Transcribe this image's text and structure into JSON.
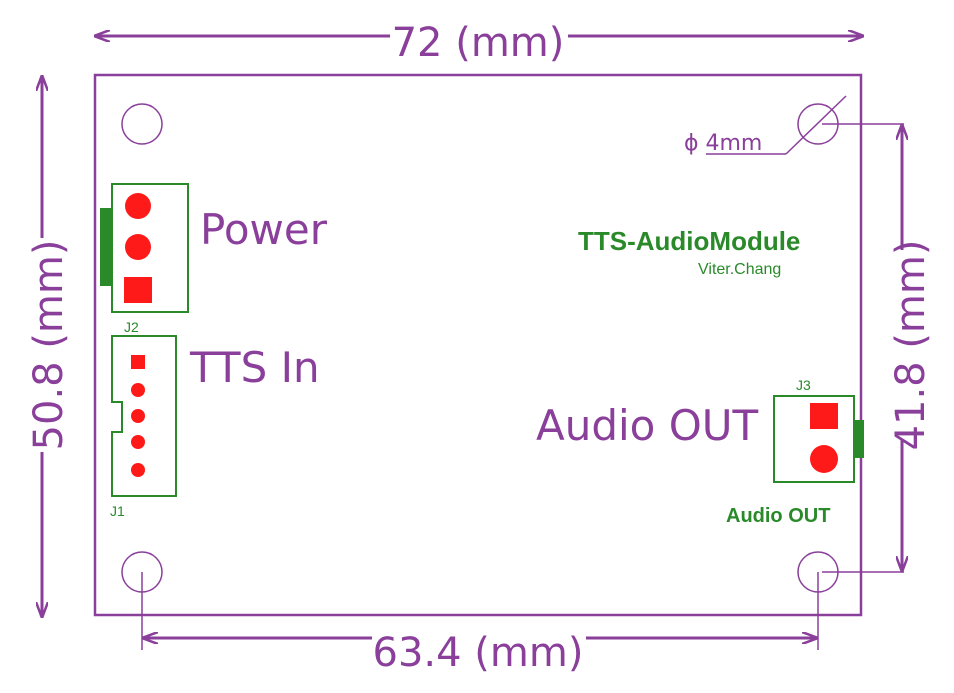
{
  "dimensions": {
    "width": "72 (mm)",
    "height": "50.8 (mm)",
    "hole_span_x": "63.4 (mm)",
    "hole_span_y": "41.8 (mm)",
    "hole_diameter": "ϕ 4mm"
  },
  "labels": {
    "power": "Power",
    "tts_in": "TTS In",
    "audio_out": "Audio OUT"
  },
  "silkscreen": {
    "title": "TTS-AudioModule",
    "author": "Viter.Chang",
    "j1": "J1",
    "j2": "J2",
    "j3": "J3",
    "audio_out": "Audio OUT"
  },
  "colors": {
    "outline": "#8a3f9a",
    "silkscreen": "#2a8a2a",
    "pad": "#ff1a1a"
  }
}
